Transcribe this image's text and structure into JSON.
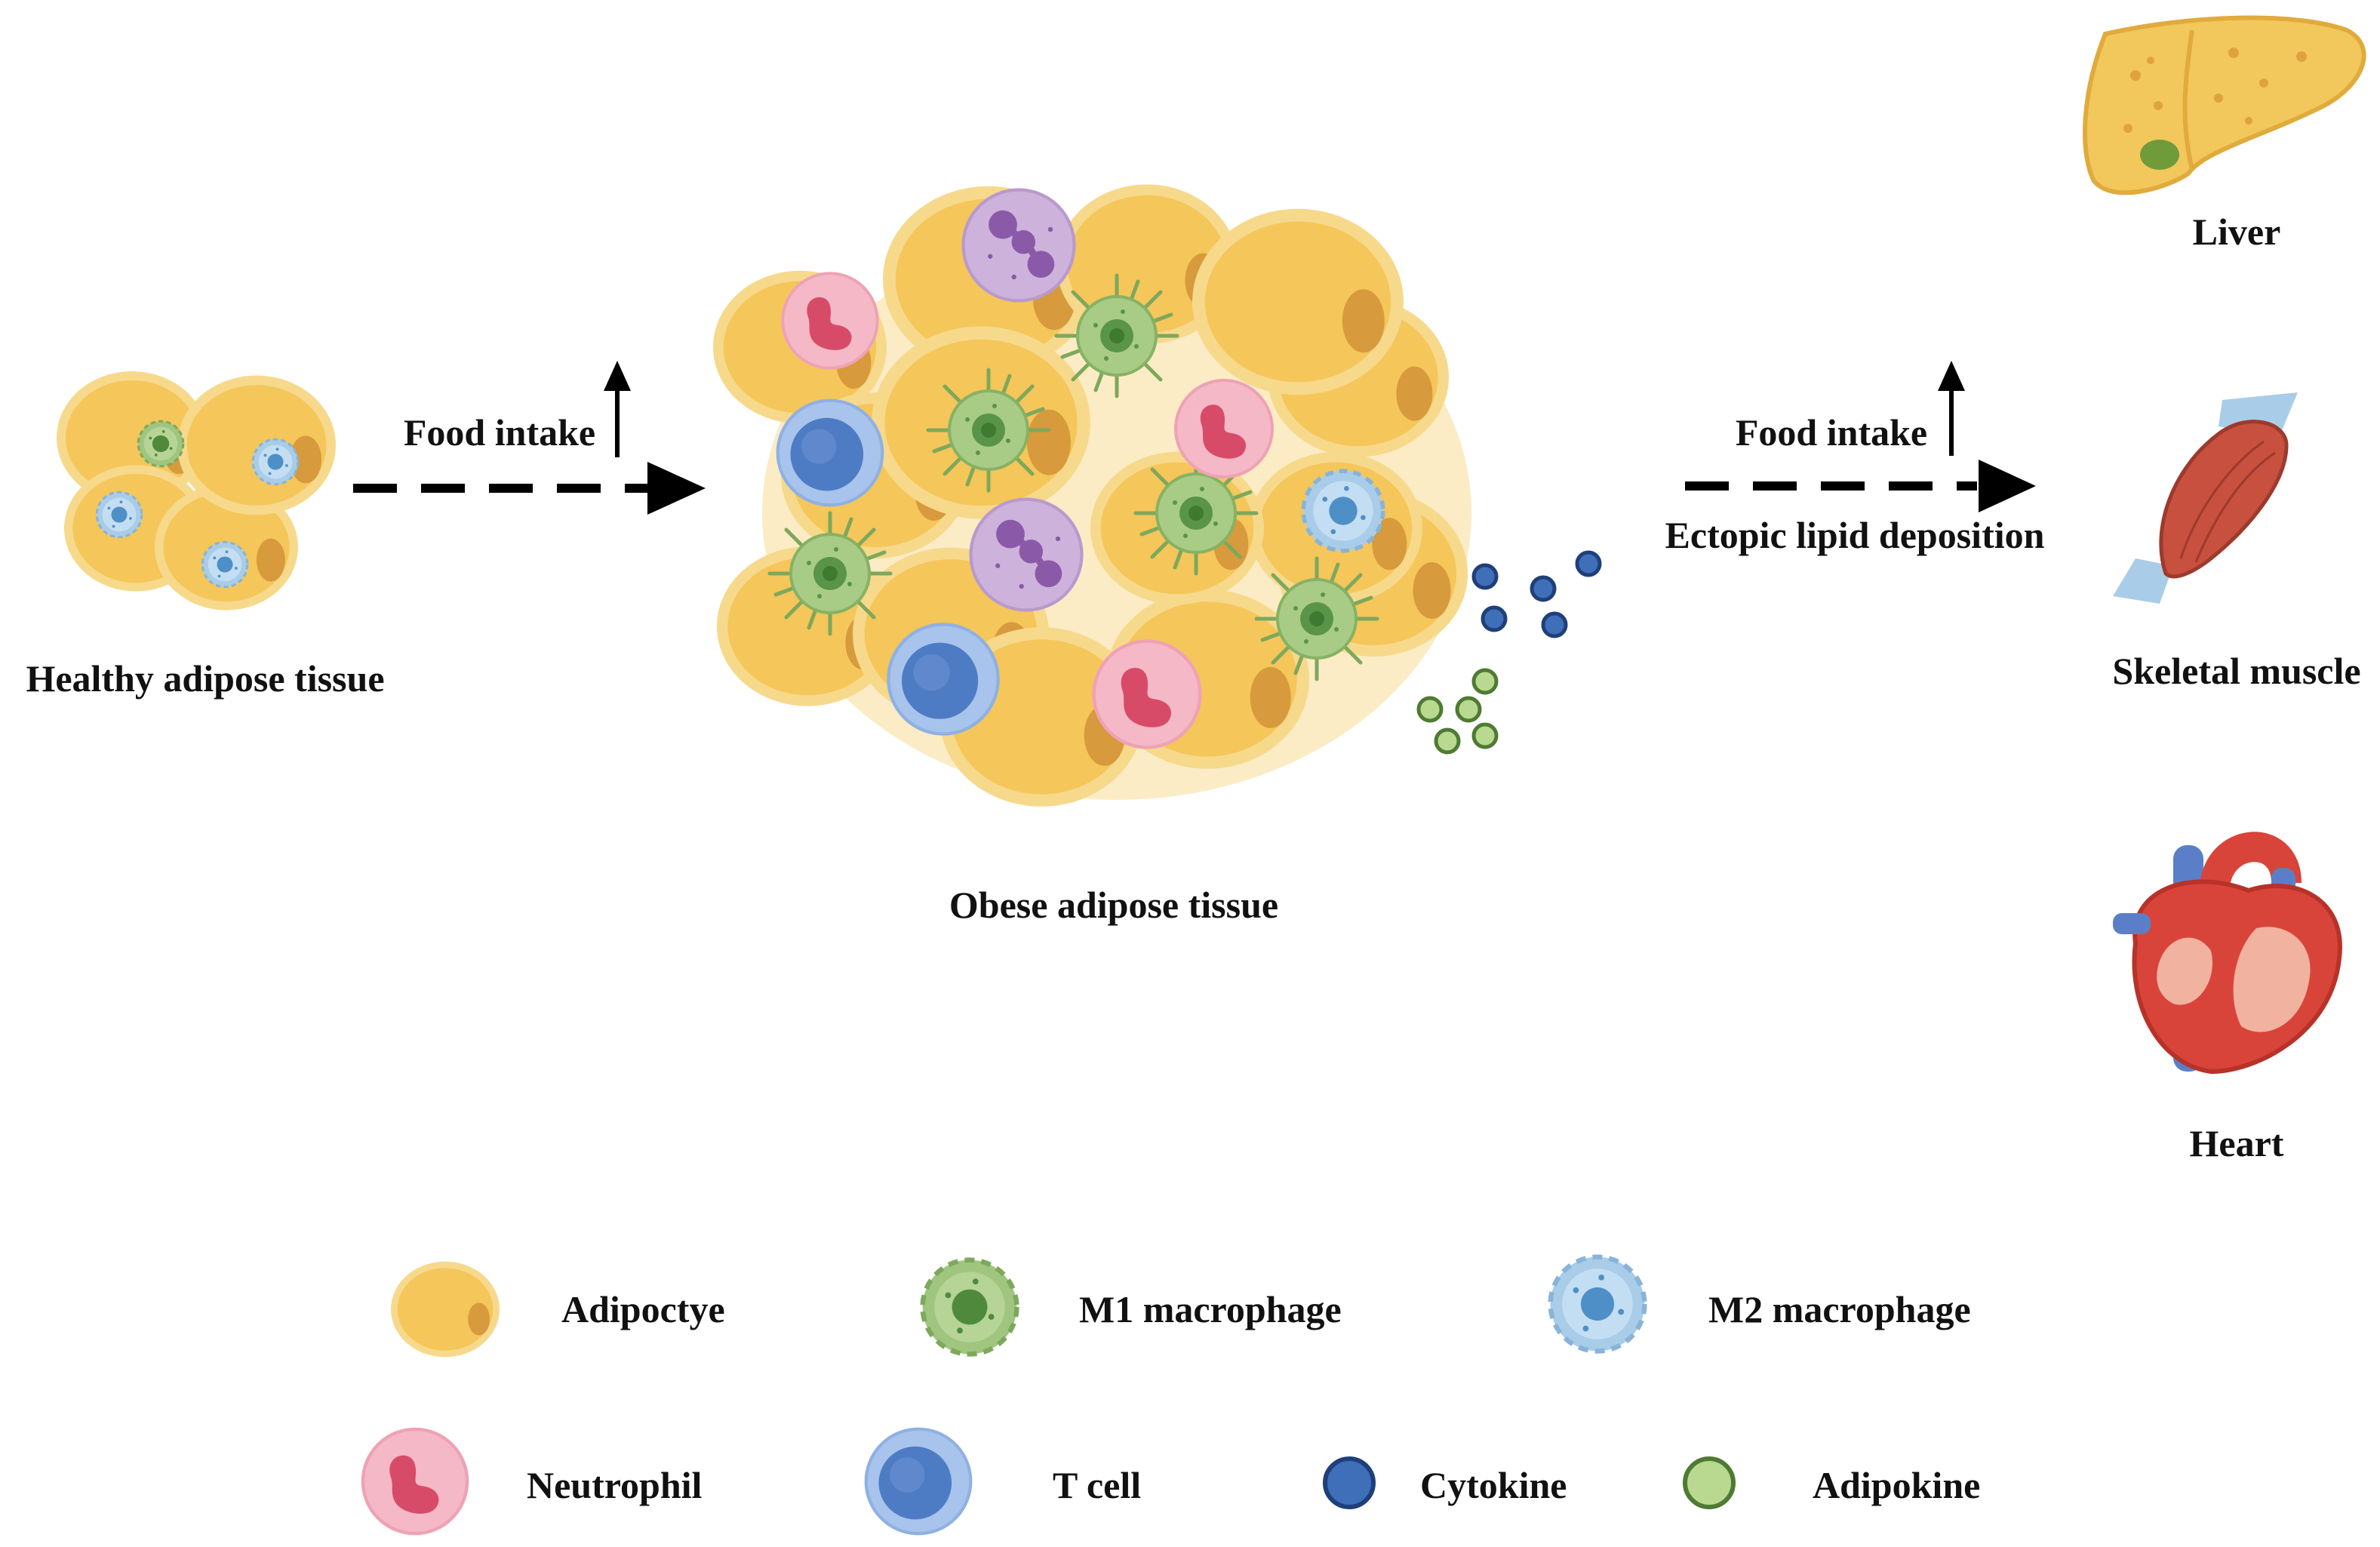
{
  "labels": {
    "healthy": "Healthy adipose tissue",
    "obese": "Obese adipose tissue",
    "food_intake_1": "Food intake",
    "food_intake_2": "Food intake",
    "ectopic": "Ectopic lipid deposition",
    "liver": "Liver",
    "muscle": "Skeletal muscle",
    "heart": "Heart"
  },
  "legend": [
    {
      "label": "Adipoctye",
      "icon": "adipocyte-icon"
    },
    {
      "label": "M1 macrophage",
      "icon": "m1-macrophage-icon"
    },
    {
      "label": "M2 macrophage",
      "icon": "m2-macrophage-icon"
    },
    {
      "label": "Neutrophil",
      "icon": "neutrophil-icon"
    },
    {
      "label": "T cell",
      "icon": "t-cell-icon"
    },
    {
      "label": "Cytokine",
      "icon": "cytokine-icon"
    },
    {
      "label": "Adipokine",
      "icon": "adipokine-icon"
    }
  ],
  "colors": {
    "adipocyte": "#f5c65a",
    "adipocyte_edge": "#f7d98c",
    "nucleus": "#d79a3c",
    "m1": "#9fc57f",
    "m2": "#a9cde8",
    "neutrophil": "#f4b8c6",
    "neutrophil_nucleus": "#d84b68",
    "tcell": "#a8c4ec",
    "tcell_nucleus": "#4e7cc4",
    "eosinophil": "#cdb2dc",
    "cytokine": "#3f6fb8",
    "adipokine": "#b8d98f",
    "liver": "#f2c75c",
    "muscle": "#c8503e",
    "heart": "#d9443a"
  }
}
